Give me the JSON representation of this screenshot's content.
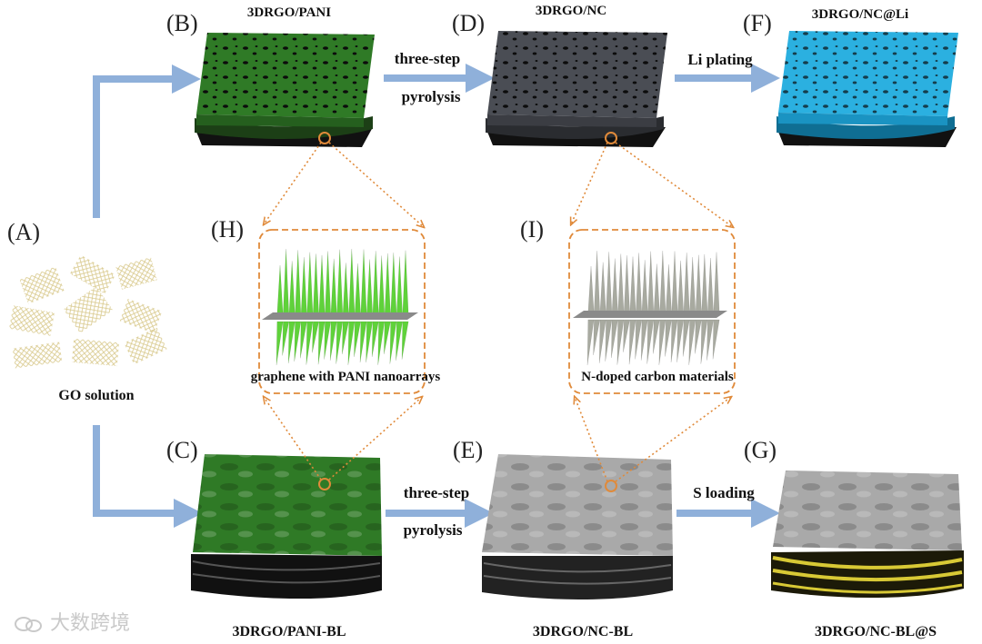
{
  "panels": {
    "A": {
      "letter": "(A)",
      "caption": "GO solution"
    },
    "B": {
      "letter": "(B)",
      "title": "3DRGO/PANI"
    },
    "C": {
      "letter": "(C)",
      "title": "3DRGO/PANI-BL"
    },
    "D": {
      "letter": "(D)",
      "title": "3DRGO/NC"
    },
    "E": {
      "letter": "(E)",
      "title": "3DRGO/NC-BL"
    },
    "F": {
      "letter": "(F)",
      "title": "3DRGO/NC@Li"
    },
    "G": {
      "letter": "(G)",
      "title": "3DRGO/NC-BL@S"
    },
    "H": {
      "letter": "(H)",
      "caption": "graphene with PANI nanoarrays"
    },
    "I": {
      "letter": "(I)",
      "caption": "N-doped carbon materials"
    }
  },
  "steps": {
    "top_pyrolysis": {
      "line1": "three-step",
      "line2": "pyrolysis"
    },
    "bottom_pyrolysis": {
      "line1": "three-step",
      "line2": "pyrolysis"
    },
    "li_plating": "Li plating",
    "s_loading": "S loading"
  },
  "watermark": "大数跨境",
  "colors": {
    "arrow": "#8fb0da",
    "dotted": "#e08a3a",
    "pani_green": "#2f7a26",
    "nc_dark": "#4a4d54",
    "li_blue": "#2bb0e0",
    "bl_gray": "#a9a9a9",
    "sulfur": "#d8c935",
    "spike_green": "#5fd23a",
    "spike_gray": "#a8aaa0"
  },
  "icons": [
    "elbow-arrow-icon",
    "right-arrow-icon",
    "dotted-arrow-icon",
    "wechat-logo-icon"
  ]
}
